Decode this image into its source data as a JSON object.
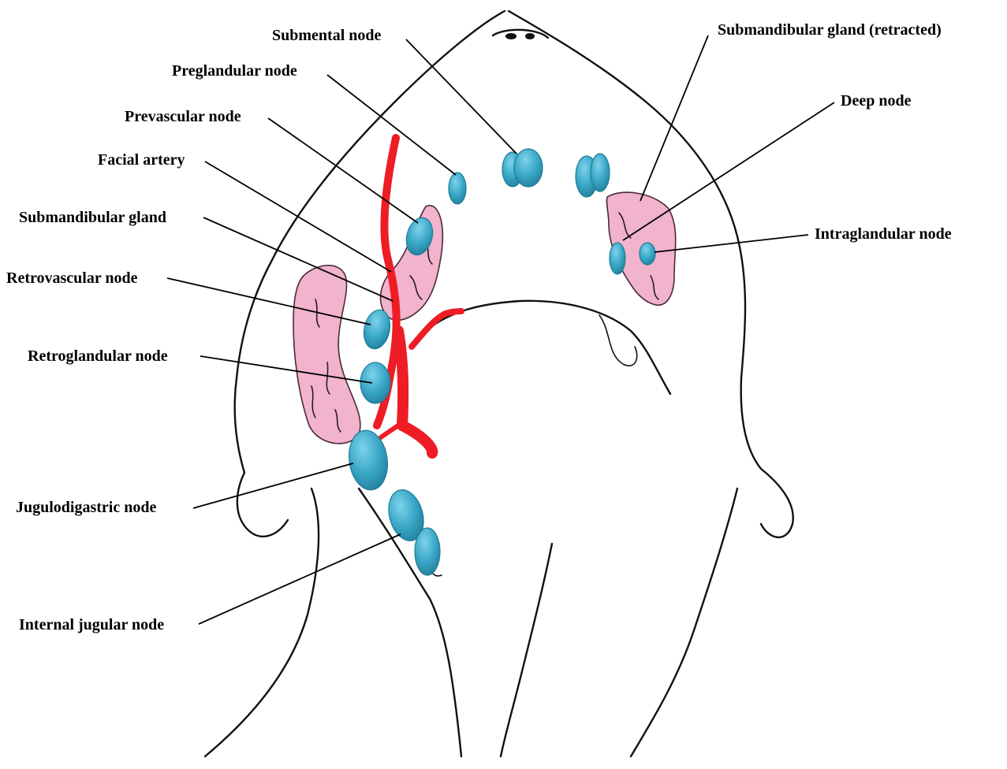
{
  "labels": {
    "submental_node": "Submental node",
    "preglandular_node": "Preglandular node",
    "prevascular_node": "Prevascular node",
    "facial_artery": "Facial artery",
    "submandibular_gland": "Submandibular gland",
    "retrovascular_node": "Retrovascular node",
    "retroglandular_node": "Retroglandular node",
    "jugulodigastric_node": "Jugulodigastric node",
    "internal_jugular_node": "Internal jugular node",
    "submandibular_gland_retracted": "Submandibular gland (retracted)",
    "deep_node": "Deep node",
    "intraglandular_node": "Intraglandular node"
  },
  "colors": {
    "node": "#3aa8c8",
    "node_highlight": "#7fd3ea",
    "gland": "#f2b3cc",
    "artery": "#ee1c24",
    "outline": "#111111"
  }
}
